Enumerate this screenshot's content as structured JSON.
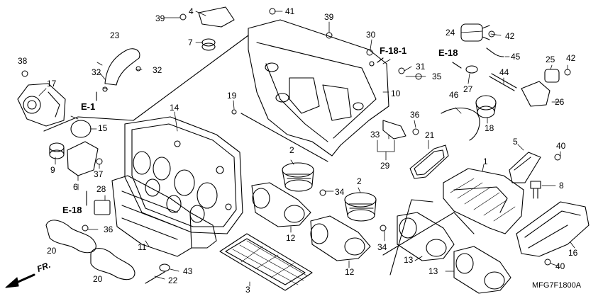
{
  "diagram": {
    "code": "MFG7F1800A",
    "direction": "FR.",
    "refs": {
      "e18_top": "E-18",
      "e18_left": "E-18",
      "e1": "E-1",
      "f181": "F-18-1"
    },
    "callouts": {
      "p1": "1",
      "p2a": "2",
      "p2b": "2",
      "p3": "3",
      "p4": "4",
      "p5": "5",
      "p6": "6",
      "p7": "7",
      "p8": "8",
      "p9": "9",
      "p10": "10",
      "p11": "11",
      "p12a": "12",
      "p12b": "12",
      "p13a": "13",
      "p13b": "13",
      "p14": "14",
      "p15": "15",
      "p16": "16",
      "p17": "17",
      "p18": "18",
      "p19": "19",
      "p20a": "20",
      "p20b": "20",
      "p21": "21",
      "p22": "22",
      "p23": "23",
      "p24": "24",
      "p25": "25",
      "p26": "26",
      "p27": "27",
      "p28": "28",
      "p29": "29",
      "p30": "30",
      "p31": "31",
      "p32a": "32",
      "p32b": "32",
      "p33": "33",
      "p34a": "34",
      "p34b": "34",
      "p35": "35",
      "p36a": "36",
      "p36b": "36",
      "p37": "37",
      "p38": "38",
      "p39a": "39",
      "p39b": "39",
      "p40a": "40",
      "p40b": "40",
      "p41": "41",
      "p42a": "42",
      "p42b": "42",
      "p43": "43",
      "p44": "44",
      "p45": "45",
      "p46": "46"
    }
  }
}
